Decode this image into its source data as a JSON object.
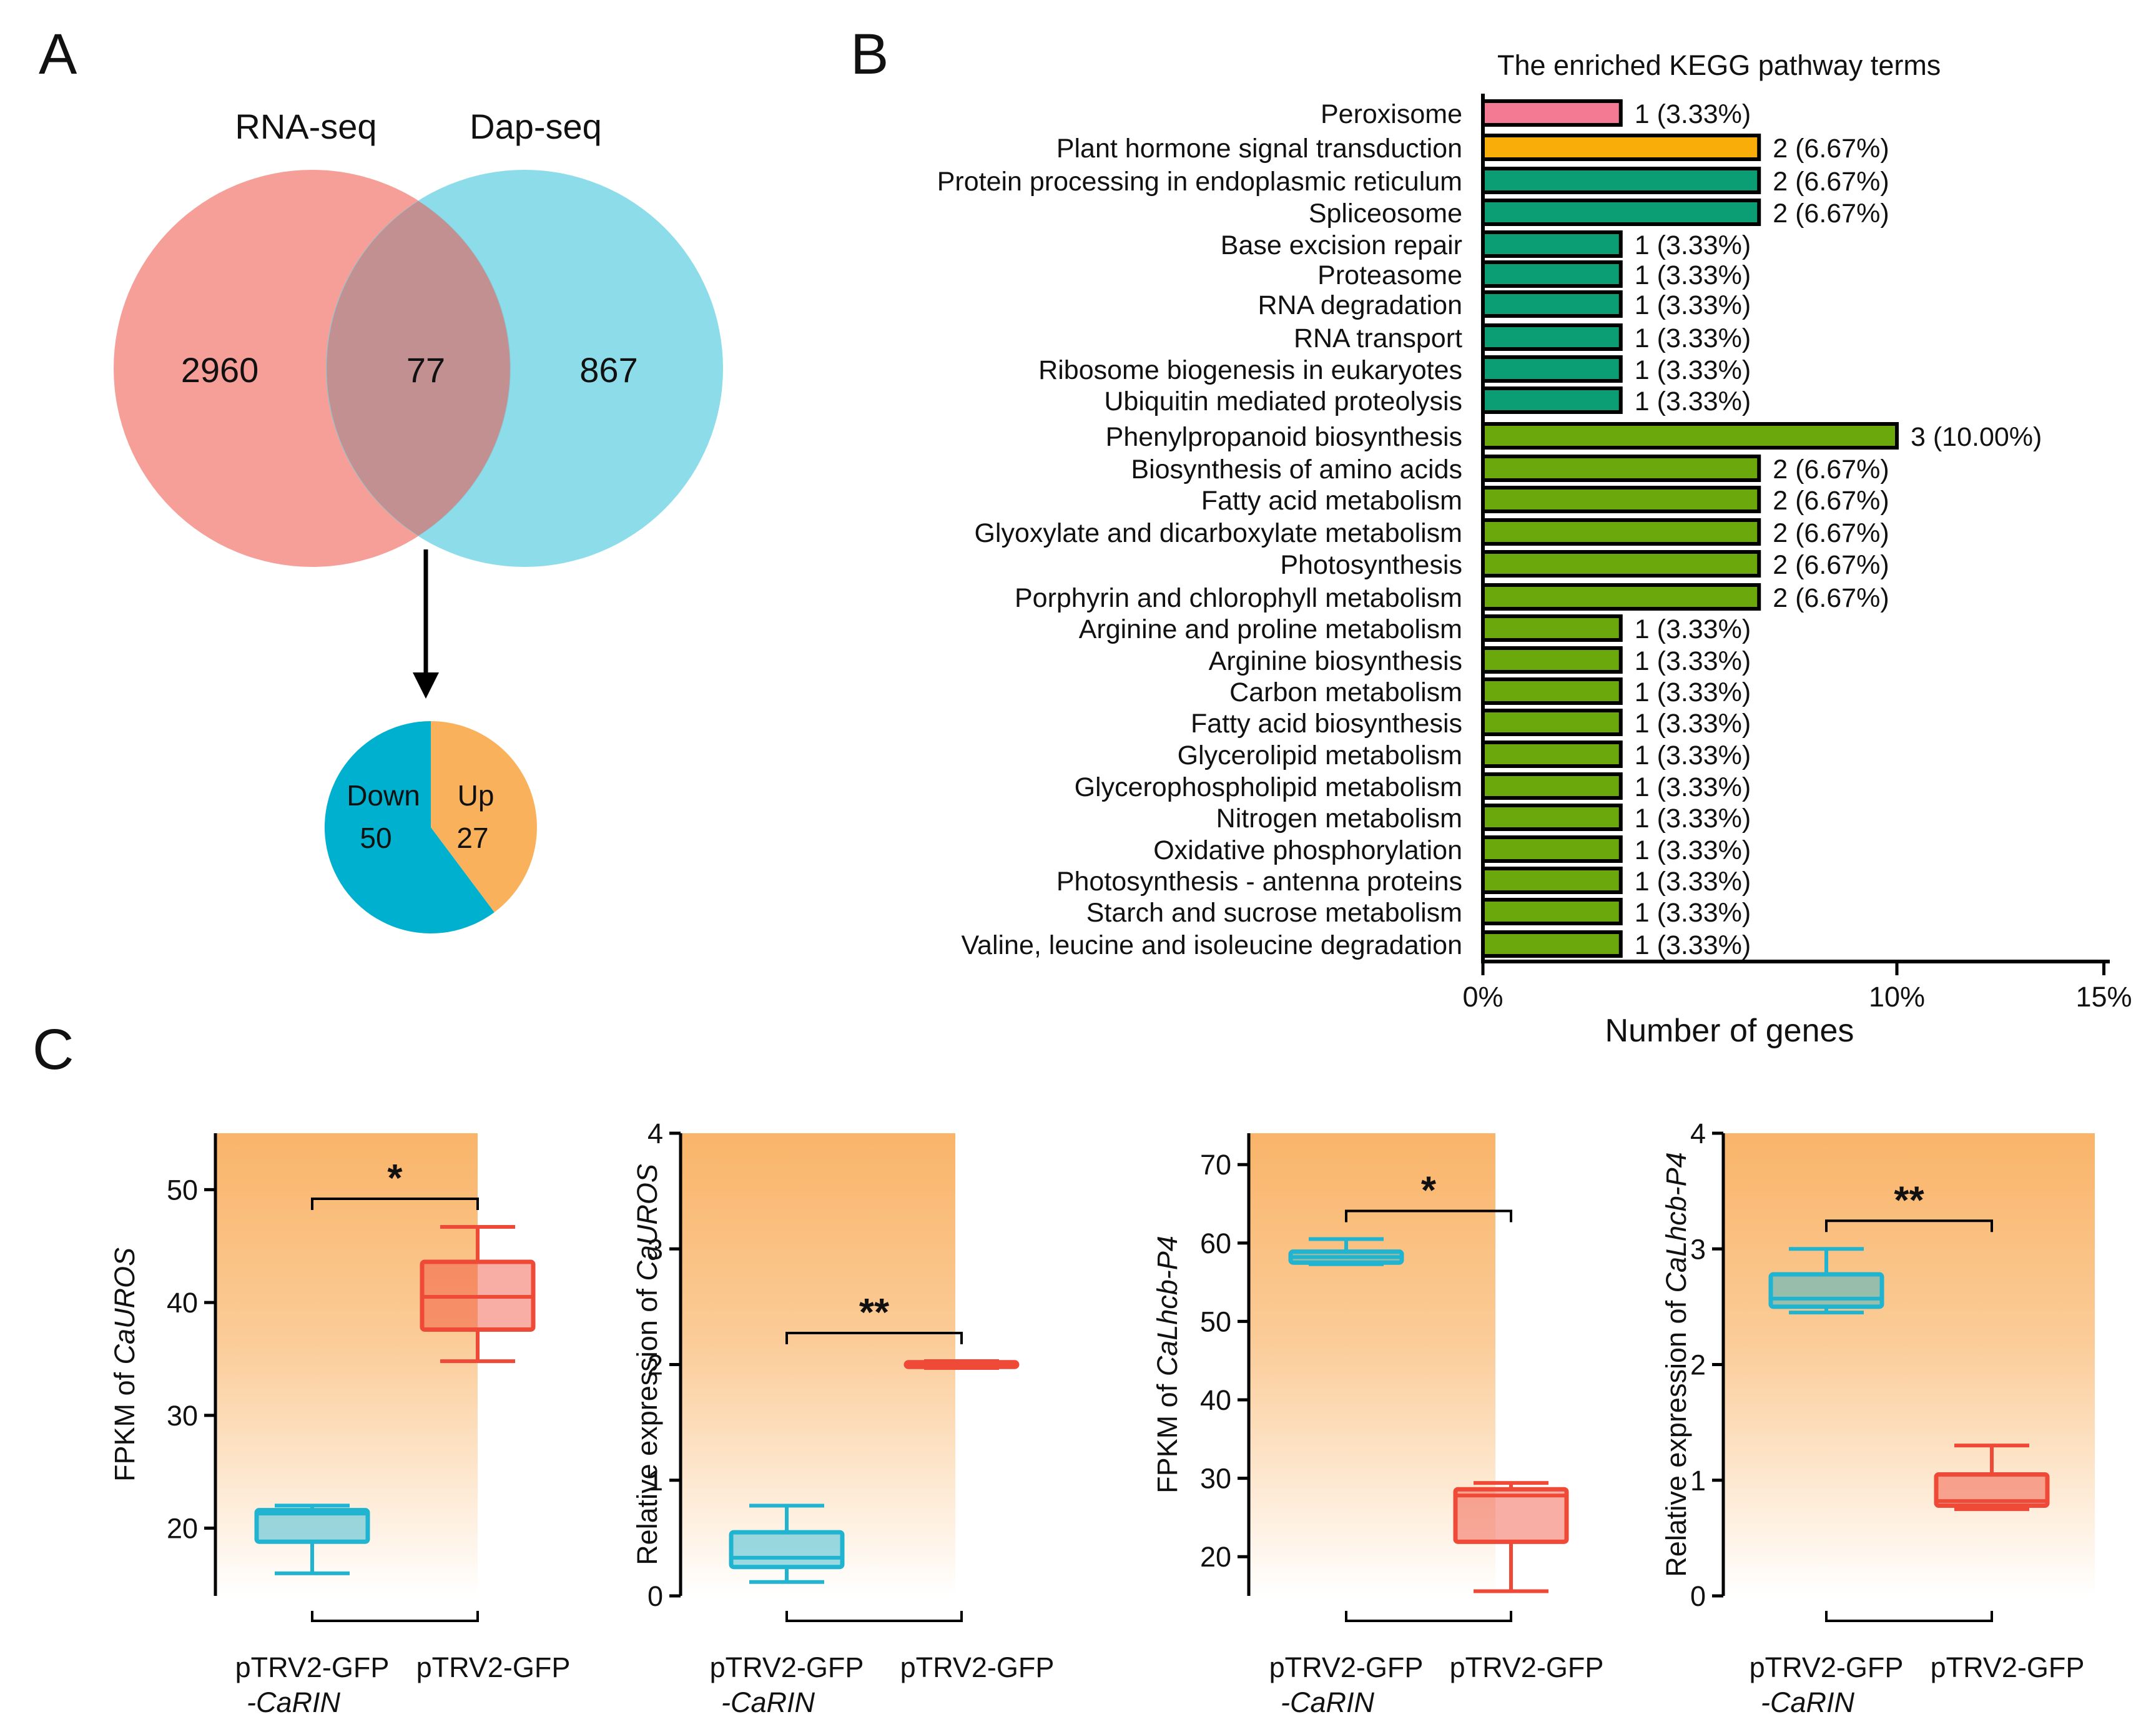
{
  "colors": {
    "venn_left": "#f5928a",
    "venn_right": "#6fd3e3",
    "pie_down": "#00b0cf",
    "pie_up": "#f9b15c",
    "bar_pink": "#f47a94",
    "bar_orange": "#f8ad09",
    "bar_teal": "#0b9d74",
    "bar_green": "#6aa80c",
    "box_cyan": "#20b4d0",
    "box_red": "#ef4a37",
    "panel_top": "#f9b469"
  },
  "panel_a": {
    "label": "A",
    "venn_left_label": "RNA-seq",
    "venn_right_label": "Dap-seq",
    "left_only": "2960",
    "overlap": "77",
    "right_only": "867",
    "pie": {
      "down_label": "Down",
      "down_value": "50",
      "up_label": "Up",
      "up_value": "27"
    }
  },
  "panel_b": {
    "label": "B",
    "title": "The enriched KEGG pathway terms",
    "xlabel": "Number of genes"
  },
  "panel_c": {
    "label": "C",
    "group1_line1": "pTRV2-GFP",
    "group1_line2": "-CaRIN",
    "group2": "pTRV2-GFP"
  },
  "chart_data": [
    {
      "type": "bar",
      "orientation": "horizontal",
      "title": "The enriched KEGG pathway terms",
      "xlabel": "Number of genes",
      "xlim": [
        0,
        15
      ],
      "xticks": [
        "0%",
        "10%",
        "15%"
      ],
      "grid": false,
      "categories": [
        "Peroxisome",
        "Plant hormone signal transduction",
        "Protein processing in endoplasmic reticulum",
        "Spliceosome",
        "Base excision repair",
        "Proteasome",
        "RNA degradation",
        "RNA transport",
        "Ribosome biogenesis in eukaryotes",
        "Ubiquitin mediated proteolysis",
        "Phenylpropanoid biosynthesis",
        "Biosynthesis of amino acids",
        "Fatty acid metabolism",
        "Glyoxylate and dicarboxylate metabolism",
        "Photosynthesis",
        "Porphyrin and chlorophyll metabolism",
        "Arginine and proline metabolism",
        "Arginine biosynthesis",
        "Carbon metabolism",
        "Fatty acid biosynthesis",
        "Glycerolipid metabolism",
        "Glycerophospholipid metabolism",
        "Nitrogen metabolism",
        "Oxidative phosphorylation",
        "Photosynthesis - antenna proteins",
        "Starch and sucrose metabolism",
        "Valine, leucine and isoleucine degradation"
      ],
      "values": [
        3.33,
        6.67,
        6.67,
        6.67,
        3.33,
        3.33,
        3.33,
        3.33,
        3.33,
        3.33,
        10.0,
        6.67,
        6.67,
        6.67,
        6.67,
        6.67,
        3.33,
        3.33,
        3.33,
        3.33,
        3.33,
        3.33,
        3.33,
        3.33,
        3.33,
        3.33,
        3.33
      ],
      "labels": [
        "1 (3.33%)",
        "2 (6.67%)",
        "2 (6.67%)",
        "2 (6.67%)",
        "1 (3.33%)",
        "1 (3.33%)",
        "1 (3.33%)",
        "1 (3.33%)",
        "1 (3.33%)",
        "1 (3.33%)",
        "3 (10.00%)",
        "2 (6.67%)",
        "2 (6.67%)",
        "2 (6.67%)",
        "2 (6.67%)",
        "2 (6.67%)",
        "1 (3.33%)",
        "1 (3.33%)",
        "1 (3.33%)",
        "1 (3.33%)",
        "1 (3.33%)",
        "1 (3.33%)",
        "1 (3.33%)",
        "1 (3.33%)",
        "1 (3.33%)",
        "1 (3.33%)",
        "1 (3.33%)"
      ],
      "bar_colors": [
        "#f47a94",
        "#f8ad09",
        "#0b9d74",
        "#0b9d74",
        "#0b9d74",
        "#0b9d74",
        "#0b9d74",
        "#0b9d74",
        "#0b9d74",
        "#0b9d74",
        "#6aa80c",
        "#6aa80c",
        "#6aa80c",
        "#6aa80c",
        "#6aa80c",
        "#6aa80c",
        "#6aa80c",
        "#6aa80c",
        "#6aa80c",
        "#6aa80c",
        "#6aa80c",
        "#6aa80c",
        "#6aa80c",
        "#6aa80c",
        "#6aa80c",
        "#6aa80c",
        "#6aa80c"
      ]
    },
    {
      "type": "box",
      "ylabel_prefix": "FPKM of ",
      "ylabel_gene": "CaUROS",
      "ylim": [
        14,
        55
      ],
      "yticks": [
        20,
        30,
        40,
        50
      ],
      "significance": "*",
      "boxes": [
        {
          "group": "pTRV2-GFP-CaRIN",
          "min": 16.0,
          "q1": 18.8,
          "median": 21.3,
          "q3": 21.6,
          "max": 22.0
        },
        {
          "group": "pTRV2-GFP",
          "min": 34.8,
          "q1": 37.6,
          "median": 40.5,
          "q3": 43.6,
          "max": 46.7
        }
      ]
    },
    {
      "type": "box",
      "ylabel_prefix": "Relative expression of ",
      "ylabel_gene": "CaUROS",
      "ylim": [
        0,
        4
      ],
      "yticks": [
        0,
        1,
        2,
        3,
        4
      ],
      "significance": "**",
      "boxes": [
        {
          "group": "pTRV2-GFP-CaRIN",
          "min": 0.12,
          "q1": 0.25,
          "median": 0.33,
          "q3": 0.55,
          "max": 0.78
        },
        {
          "group": "pTRV2-GFP",
          "min": 1.97,
          "q1": 1.98,
          "median": 2.0,
          "q3": 2.02,
          "max": 2.03
        }
      ]
    },
    {
      "type": "box",
      "ylabel_prefix": "FPKM of ",
      "ylabel_gene": "CaLhcb-P4",
      "ylim": [
        15,
        74
      ],
      "yticks": [
        20,
        30,
        40,
        50,
        60,
        70
      ],
      "significance": "*",
      "boxes": [
        {
          "group": "pTRV2-GFP-CaRIN",
          "min": 57.3,
          "q1": 57.5,
          "median": 58.2,
          "q3": 58.9,
          "max": 60.5
        },
        {
          "group": "pTRV2-GFP",
          "min": 15.6,
          "q1": 21.9,
          "median": 27.8,
          "q3": 28.6,
          "max": 29.4
        }
      ]
    },
    {
      "type": "box",
      "ylabel_prefix": "Relative expression of ",
      "ylabel_gene": "CaLhcb-P4",
      "ylim": [
        0,
        4
      ],
      "yticks": [
        0,
        1,
        2,
        3,
        4
      ],
      "significance": "**",
      "boxes": [
        {
          "group": "pTRV2-GFP-CaRIN",
          "min": 2.45,
          "q1": 2.5,
          "median": 2.57,
          "q3": 2.78,
          "max": 3.0
        },
        {
          "group": "pTRV2-GFP",
          "min": 0.75,
          "q1": 0.78,
          "median": 0.82,
          "q3": 1.05,
          "max": 1.3
        }
      ]
    }
  ]
}
